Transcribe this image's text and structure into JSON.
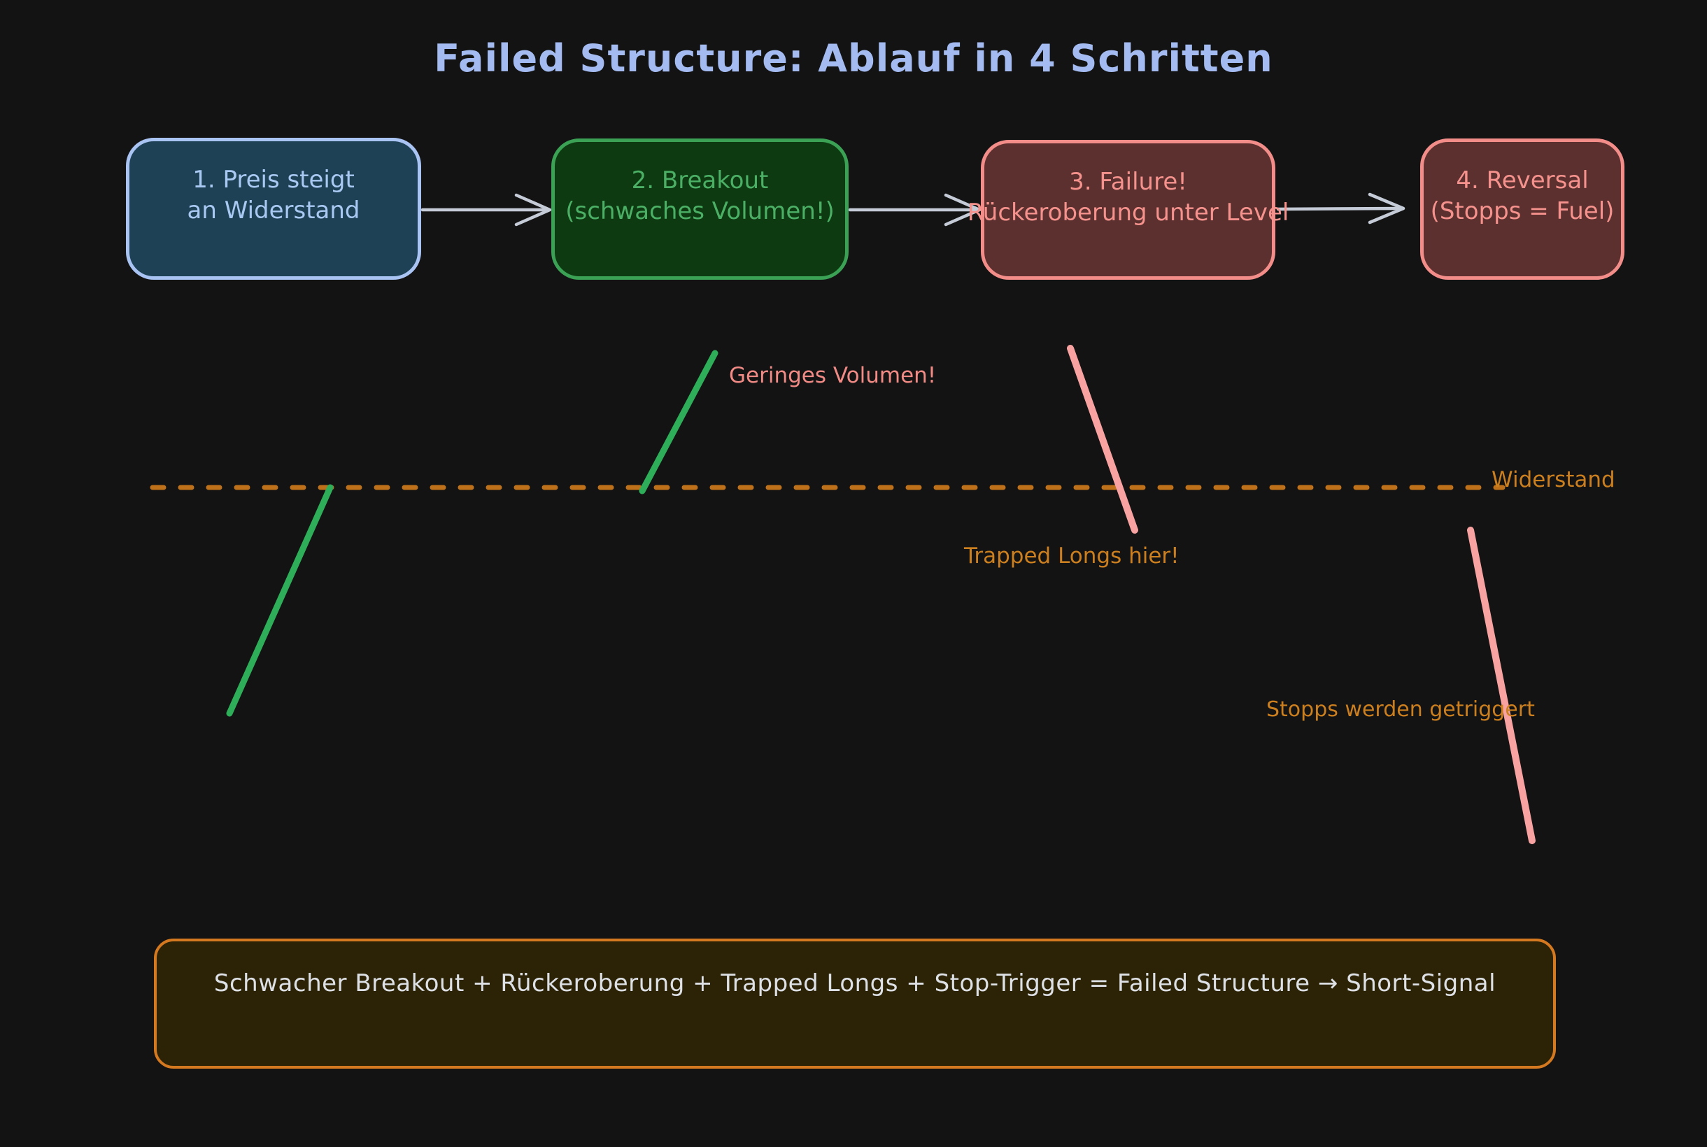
{
  "title": "Failed Structure: Ablauf in 4 Schritten",
  "steps": [
    {
      "line1": "1. Preis steigt",
      "line2": "an Widerstand"
    },
    {
      "line1": "2. Breakout",
      "line2": "(schwaches Volumen!)"
    },
    {
      "line1": "3. Failure!",
      "line2": "Rückeroberung unter Level"
    },
    {
      "line1": "4. Reversal",
      "line2": "(Stopps = Fuel)"
    }
  ],
  "annotations": {
    "geringes_volumen": "Geringes Volumen!",
    "widerstand": "Widerstand",
    "trapped_longs": "Trapped Longs hier!",
    "stopps": "Stopps werden getriggert"
  },
  "summary": "Schwacher Breakout + Rückeroberung + Trapped Longs + Stop-Trigger = Failed Structure → Short-Signal",
  "colors": {
    "background": "#131313",
    "title_text": "#a3bbf0",
    "step1_fill": "#1e4156",
    "step1_border": "#a9c3f2",
    "step1_text": "#a9c9f2",
    "step2_fill": "#0d3a10",
    "step2_border": "#3ba155",
    "step2_text": "#4bb066",
    "step3_fill": "#5b302e",
    "step3_border": "#f28d89",
    "step3_text": "#f5928d",
    "step4_fill": "#5b302e",
    "step4_border": "#f28d89",
    "step4_text": "#f5928d",
    "arrow": "#c5ccd8",
    "resistance_line": "#bf7119",
    "orange_text": "#cc7f1e",
    "pink_text": "#f28b85",
    "green_line": "#2fae59",
    "pink_line": "#f8a3a2",
    "summary_fill": "#2c2206",
    "summary_border": "#d4791f",
    "summary_text": "#dde0e4"
  }
}
